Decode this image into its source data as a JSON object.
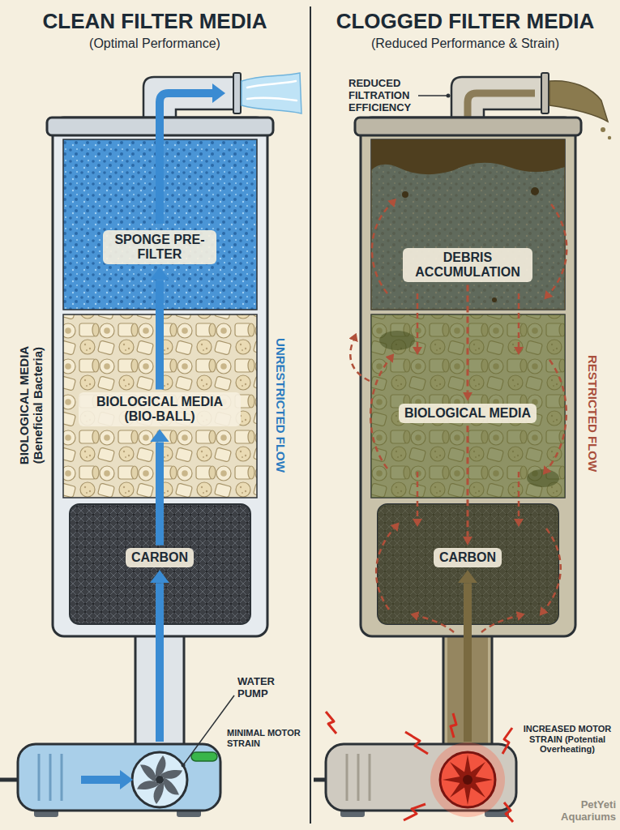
{
  "diagram": {
    "nodes": [
      {
        "text": [
          "CLEAN FILTER MEDIA",
          "(Optimal Performance)"
        ]
      },
      {
        "text": [
          "SPONGE PRE-FILTER"
        ],
        "in": 0
      },
      {
        "text": [
          "BIOLOGICAL MEDIA (BIO-BALL)"
        ],
        "in": 0
      },
      {
        "text": [
          "CARBON"
        ],
        "in": 0
      },
      {
        "text": [
          "WATER PUMP",
          "MINIMAL MOTOR STRAIN"
        ],
        "in": 0
      },
      {
        "text": [
          "CLOGGED FILTER MEDIA",
          "(Reduced Performance & Strain)"
        ]
      },
      {
        "text": [
          "DEBRIS ACCUMULATION"
        ],
        "in": 5
      },
      {
        "text": [
          "BIOLOGICAL MEDIA"
        ],
        "in": 5
      },
      {
        "text": [
          "CARBON"
        ],
        "in": 5
      },
      {
        "text": [
          "INCREASED MOTOR STRAIN (Potential Overheating)"
        ],
        "in": 5
      }
    ],
    "edges": [
      {
        "from": 4,
        "to": 3,
        "arrow": "to"
      },
      {
        "from": 3,
        "to": 2,
        "arrow": "to"
      },
      {
        "from": 2,
        "to": 1,
        "arrow": "to"
      },
      {
        "from": 9,
        "to": 8,
        "arrow": "to"
      },
      {
        "from": 6,
        "to": 7,
        "arrow": "to"
      },
      {
        "from": 7,
        "to": 8,
        "arrow": "to"
      }
    ],
    "labels": [
      "BIOLOGICAL MEDIA (Beneficial Bacteria)",
      "UNRESTRICTED FLOW",
      "REDUCED FILTRATION EFFICIENCY",
      "RESTRICTED FLOW",
      "PetYeti Aquariums"
    ]
  }
}
